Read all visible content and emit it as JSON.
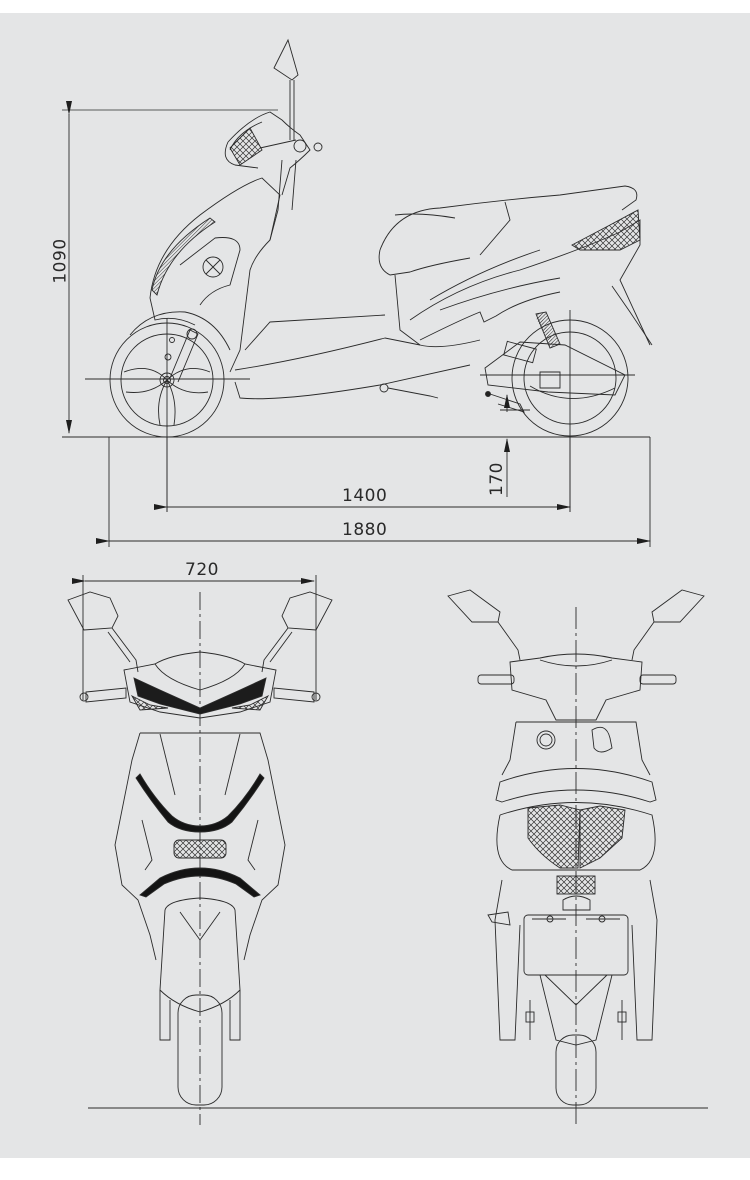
{
  "figure": {
    "type": "scooter technical dimension drawing",
    "views": [
      "side-view",
      "front-view",
      "rear-view"
    ],
    "background": "#e4e5e6",
    "line_color": "#2b2b2b"
  },
  "dimensions": {
    "overall_height": {
      "value": "1090",
      "unit": "mm",
      "label": "1090"
    },
    "wheelbase": {
      "value": "1400",
      "unit": "mm",
      "label": "1400"
    },
    "overall_length": {
      "value": "1880",
      "unit": "mm",
      "label": "1880"
    },
    "ground_clearance": {
      "value": "170",
      "unit": "mm",
      "label": "170"
    },
    "handlebar_width": {
      "value": "720",
      "unit": "mm",
      "label": "720"
    }
  }
}
